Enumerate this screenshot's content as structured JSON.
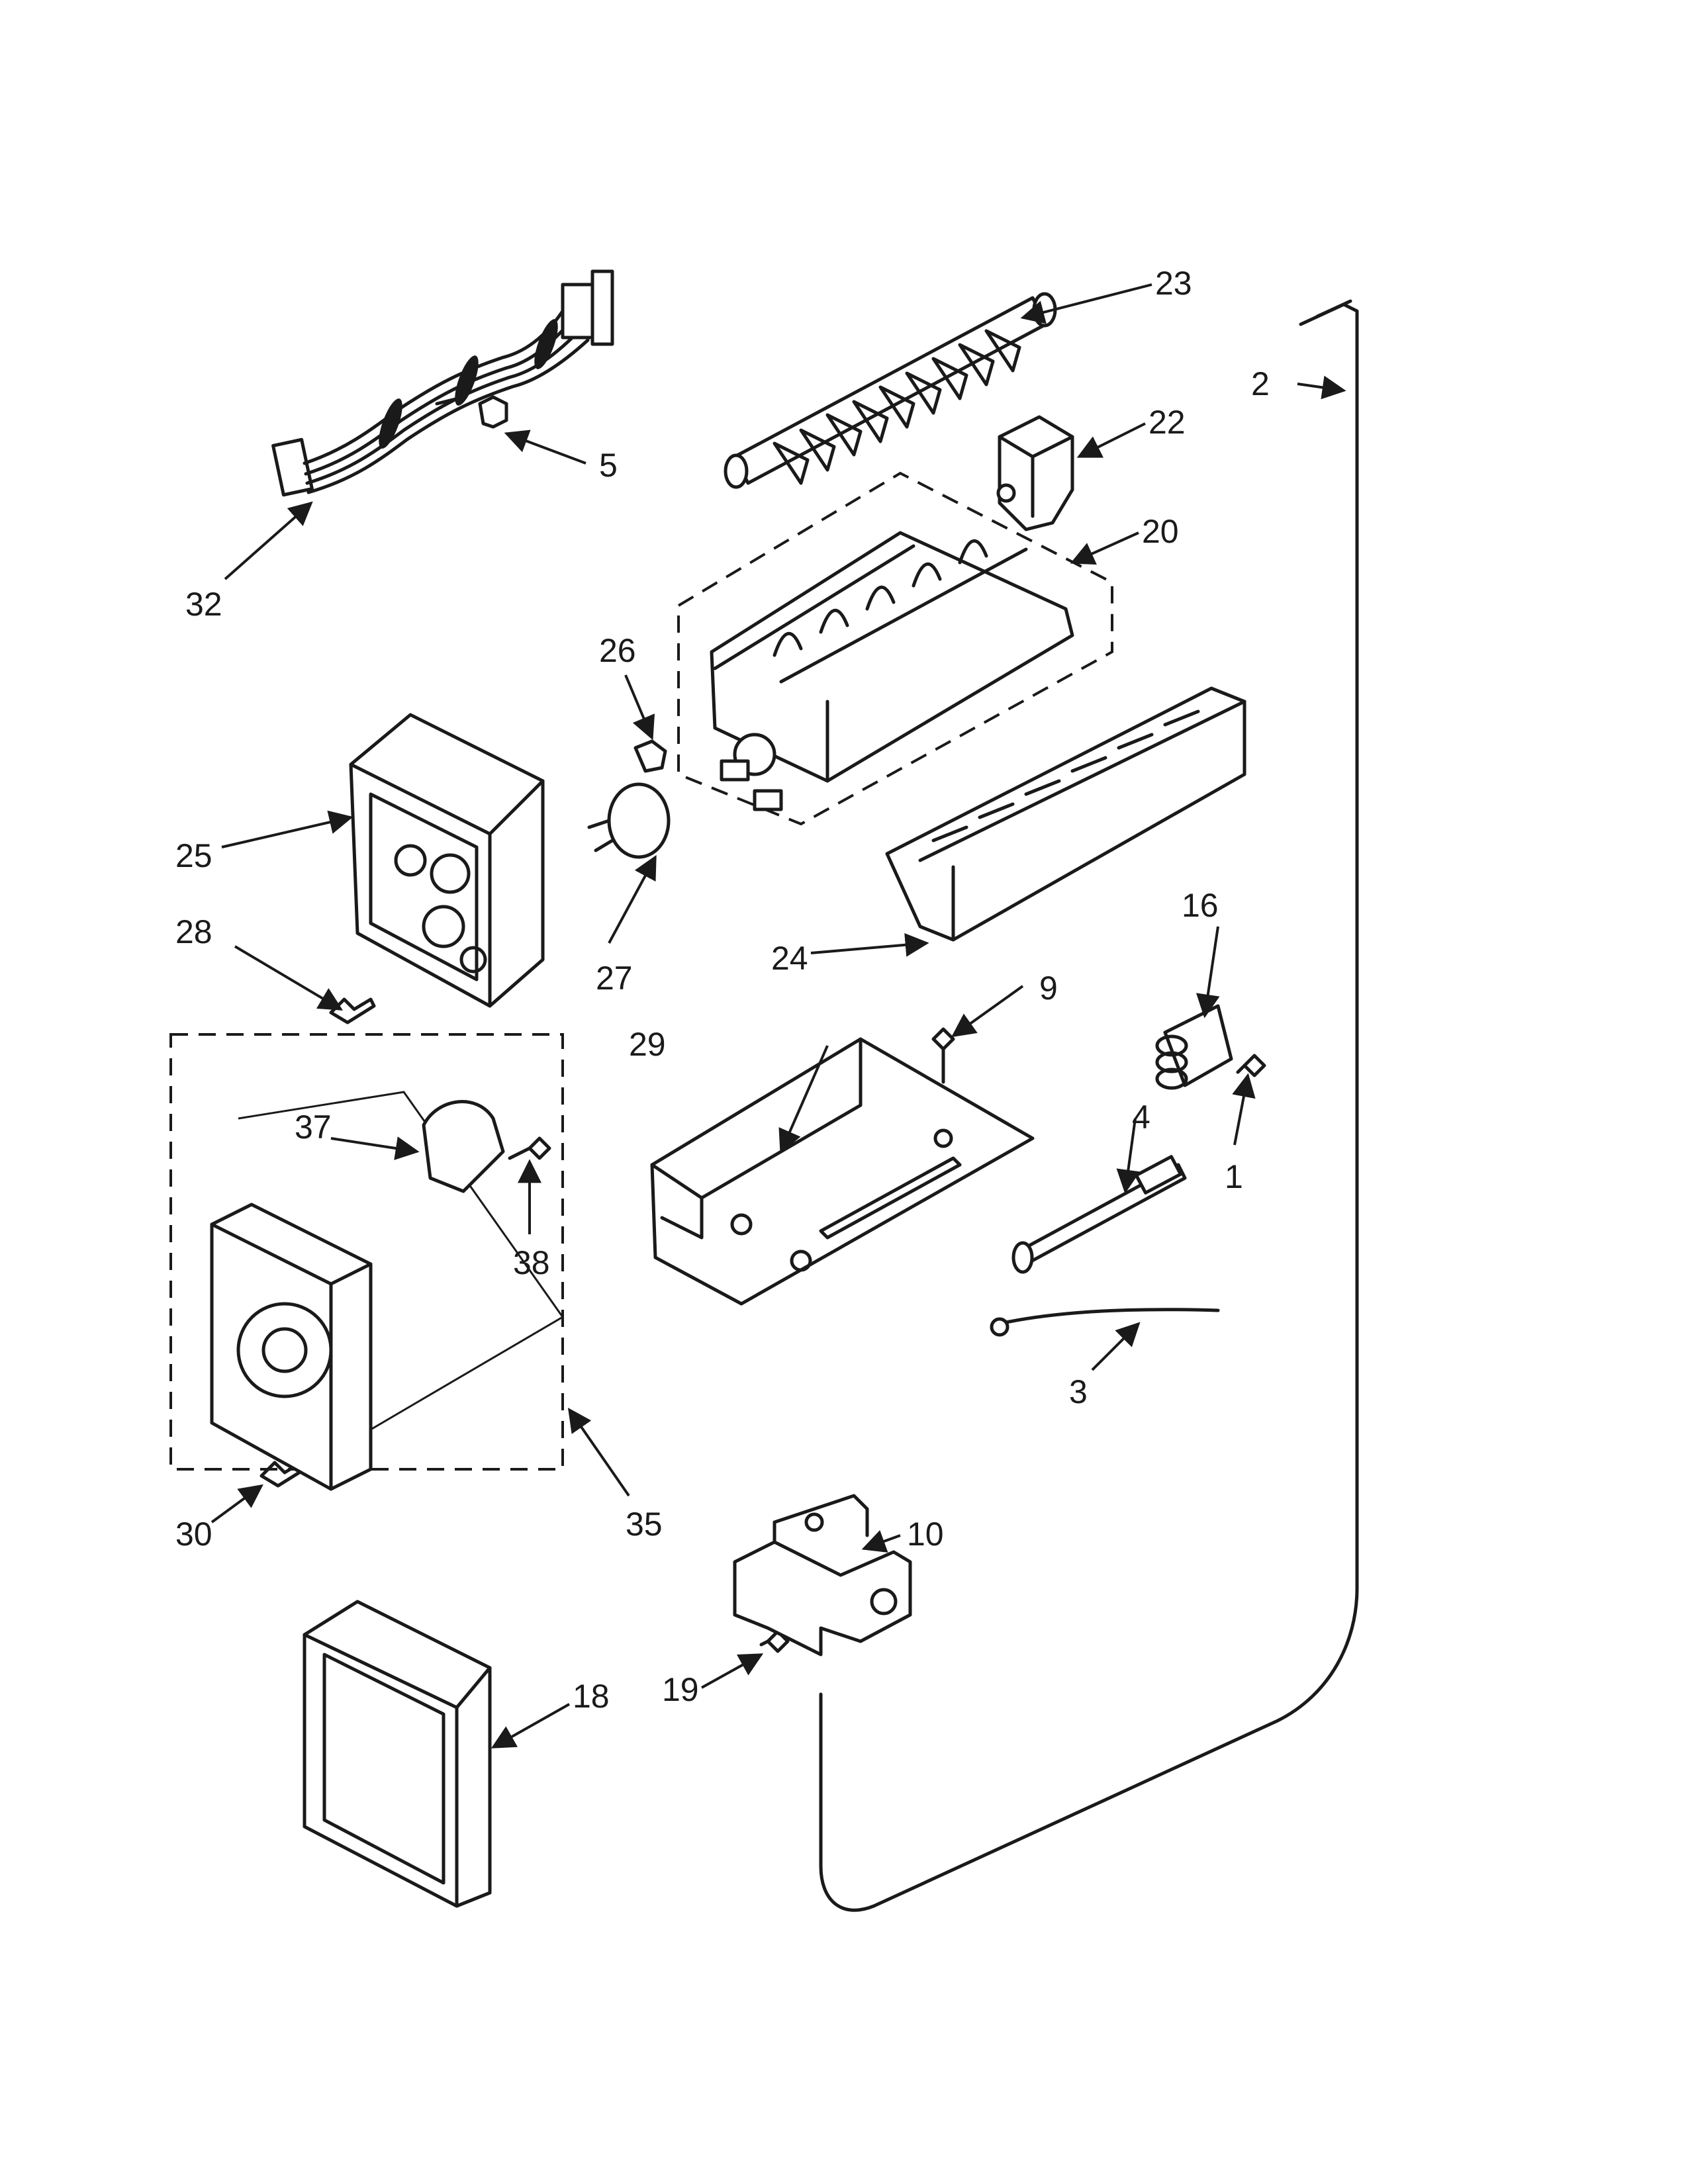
{
  "diagram": {
    "callouts": [
      {
        "id": "c1",
        "label": "1"
      },
      {
        "id": "c2",
        "label": "2"
      },
      {
        "id": "c3",
        "label": "3"
      },
      {
        "id": "c4",
        "label": "4"
      },
      {
        "id": "c5",
        "label": "5"
      },
      {
        "id": "c9",
        "label": "9"
      },
      {
        "id": "c10",
        "label": "10"
      },
      {
        "id": "c16",
        "label": "16"
      },
      {
        "id": "c18",
        "label": "18"
      },
      {
        "id": "c19",
        "label": "19"
      },
      {
        "id": "c20",
        "label": "20"
      },
      {
        "id": "c22",
        "label": "22"
      },
      {
        "id": "c23",
        "label": "23"
      },
      {
        "id": "c24",
        "label": "24"
      },
      {
        "id": "c25",
        "label": "25"
      },
      {
        "id": "c26",
        "label": "26"
      },
      {
        "id": "c27",
        "label": "27"
      },
      {
        "id": "c28",
        "label": "28"
      },
      {
        "id": "c29",
        "label": "29"
      },
      {
        "id": "c30",
        "label": "30"
      },
      {
        "id": "c32",
        "label": "32"
      },
      {
        "id": "c35",
        "label": "35"
      },
      {
        "id": "c37",
        "label": "37"
      },
      {
        "id": "c38",
        "label": "38"
      }
    ]
  }
}
